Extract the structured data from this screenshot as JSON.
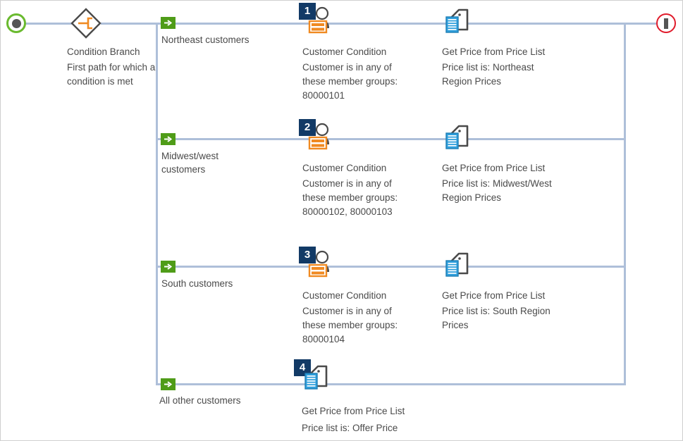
{
  "diagram": {
    "start_node": {
      "name": "start"
    },
    "end_node": {
      "name": "end"
    },
    "condition_node": {
      "title": "Condition Branch",
      "description": "First path for which a condition is met",
      "icon": "branch-diamond-icon"
    },
    "colors": {
      "connector": "#aebfd9",
      "start_ring": "#6aba2f",
      "end_ring": "#e01b2b",
      "branch_badge": "#4f9c18",
      "step_badge": "#123a66",
      "accent_orange": "#f08a22",
      "document_blue": "#2f9fdc",
      "icon_gray": "#4a4a4a",
      "text": "#4a4a4a"
    },
    "branches": [
      {
        "label": "Northeast customers",
        "steps": [
          {
            "number": "1",
            "icon": "customer-condition-icon",
            "title": "Customer Condition",
            "description": "Customer is in any of these member groups: 80000101"
          },
          {
            "icon": "price-tag-document-icon",
            "title": "Get Price from Price List",
            "description": "Price list is: Northeast Region Prices"
          }
        ]
      },
      {
        "label": "Midwest/west customers",
        "steps": [
          {
            "number": "2",
            "icon": "customer-condition-icon",
            "title": "Customer Condition",
            "description": "Customer is in any of these member groups: 80000102, 80000103"
          },
          {
            "icon": "price-tag-document-icon",
            "title": "Get Price from Price List",
            "description": "Price list is: Midwest/West Region Prices"
          }
        ]
      },
      {
        "label": "South customers",
        "steps": [
          {
            "number": "3",
            "icon": "customer-condition-icon",
            "title": "Customer Condition",
            "description": "Customer is in any of these member groups: 80000104"
          },
          {
            "icon": "price-tag-document-icon",
            "title": "Get Price from Price List",
            "description": "Price list is: South Region Prices"
          }
        ]
      },
      {
        "label": "All other customers",
        "steps": [
          {
            "number": "4",
            "icon": "price-tag-document-icon",
            "title": "Get Price from Price List",
            "description": "Price list is: Offer Price"
          }
        ]
      }
    ]
  }
}
